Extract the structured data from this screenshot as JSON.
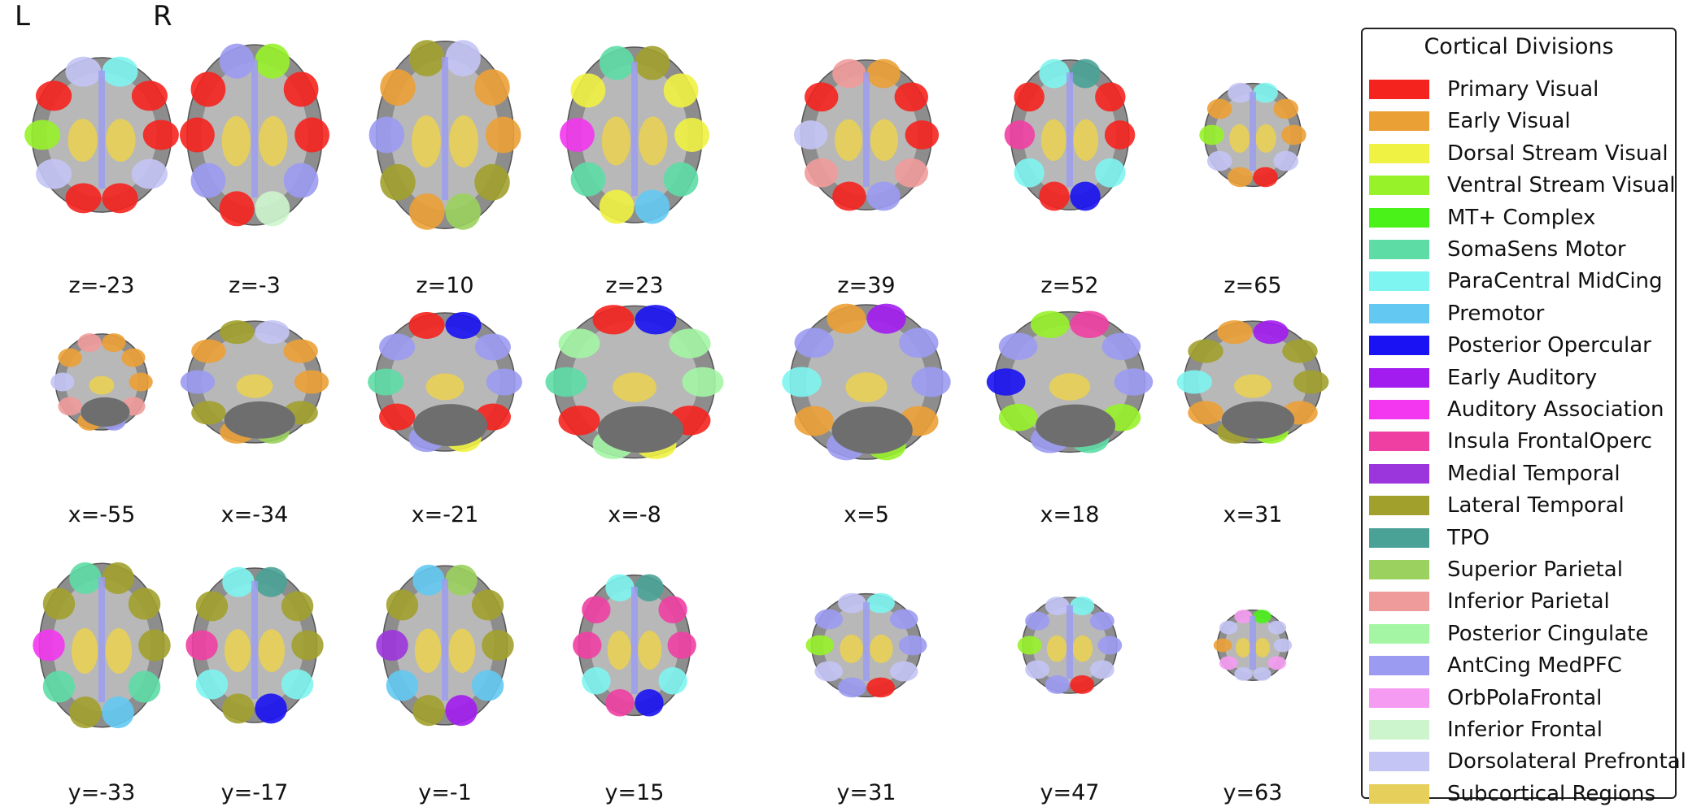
{
  "orientation": {
    "left": "L",
    "right": "R"
  },
  "rows": [
    {
      "axis": "axial",
      "labels": [
        "z=-23",
        "z=-3",
        "z=10",
        "z=23",
        "z=39",
        "z=52",
        "z=65"
      ]
    },
    {
      "axis": "sagittal",
      "labels": [
        "x=-55",
        "x=-34",
        "x=-21",
        "x=-8",
        "x=5",
        "x=18",
        "x=31"
      ]
    },
    {
      "axis": "coronal",
      "labels": [
        "y=-33",
        "y=-17",
        "y=-1",
        "y=15",
        "y=31",
        "y=47",
        "y=63"
      ]
    }
  ],
  "legend": {
    "title": "Cortical Divisions",
    "items": [
      {
        "label": "Primary Visual",
        "color": "#f5231e"
      },
      {
        "label": "Early Visual",
        "color": "#eba036"
      },
      {
        "label": "Dorsal Stream Visual",
        "color": "#eff243"
      },
      {
        "label": "Ventral Stream Visual",
        "color": "#97f22a"
      },
      {
        "label": "MT+ Complex",
        "color": "#4bf21a"
      },
      {
        "label": "SomaSens Motor",
        "color": "#5edca5"
      },
      {
        "label": "ParaCentral MidCing",
        "color": "#7ef5f0"
      },
      {
        "label": "Premotor",
        "color": "#63c9f2"
      },
      {
        "label": "Posterior Opercular",
        "color": "#1a12f2"
      },
      {
        "label": "Early Auditory",
        "color": "#a21cf0"
      },
      {
        "label": "Auditory Association",
        "color": "#f337f0"
      },
      {
        "label": "Insula FrontalOperc",
        "color": "#ef3fa2"
      },
      {
        "label": "Medial Temporal",
        "color": "#9b35dc"
      },
      {
        "label": "Lateral Temporal",
        "color": "#a1a02d"
      },
      {
        "label": "TPO",
        "color": "#4aa297"
      },
      {
        "label": "Superior Parietal",
        "color": "#9bd15e"
      },
      {
        "label": "Inferior Parietal",
        "color": "#ef9b9b"
      },
      {
        "label": "Posterior Cingulate",
        "color": "#a4f5a4"
      },
      {
        "label": "AntCing MedPFC",
        "color": "#9b9bf2"
      },
      {
        "label": "OrbPolaFrontal",
        "color": "#f59cf2"
      },
      {
        "label": "Inferior Frontal",
        "color": "#cdf5cd"
      },
      {
        "label": "Dorsolateral Prefrontal",
        "color": "#c4c4f5"
      },
      {
        "label": "Subcortical Regions",
        "color": "#e6cf5a"
      }
    ]
  }
}
